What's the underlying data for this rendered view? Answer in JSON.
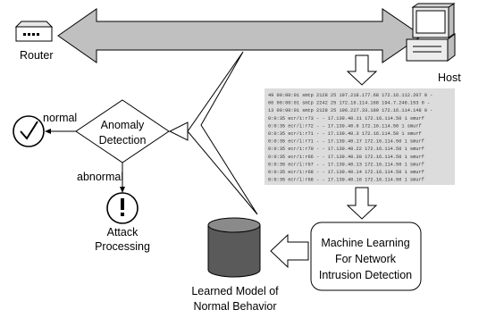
{
  "nodes": {
    "router": "Router",
    "host": "Host",
    "normal": "normal",
    "abnormal": "abnormal",
    "anomaly_detection": [
      "Anomaly",
      "Detection"
    ],
    "attack_processing": [
      "Attack",
      "Processing"
    ],
    "machine_learning": [
      "Machine Learning",
      "For Network",
      "Intrusion Detection"
    ],
    "learned_model": [
      "Learned Model of",
      "Normal Behavior"
    ]
  },
  "icons": {
    "router": "router-icon",
    "host": "desktop-computer-icon",
    "normal": "checkmark-circle-icon",
    "abnormal": "exclamation-circle-icon",
    "model": "database-cylinder-icon"
  },
  "log_lines": [
    "49 00:00:01 smtp 2128 25 197.218.177.68 172.16.112.207 0 -",
    "06 00:00:01 smtp 2242 25 172.16.114.168 194.7.248.153 0 -",
    "13 00:00:01 smtp 2128 25 196.227.33.189 172.16.114.148 0 -",
    "  0:0:35 ecr/i:r73 - - 17.139.40.11 172.16.114.50 1 smurf",
    "  0:0:35 ecr/i:r72 - - 17.139.40.6  172.16.114.50 1 smurf",
    "  0:0:35 ecr/i:r71 - - 17.139.40.3  172.16.114.50 1 smurf",
    "  0:0:35 ecr/i:r71 - - 17.139.40.17 172.16.114.50 1 smurf",
    "  0:0:35 ecr/i:r70 - - 17.139.40.22 172.16.114.50 1 smurf",
    "  0:0:35 ecr/i:r66 - - 17.139.40.30 172.16.114.50 1 smurf",
    "  0:0:35 ecr/i:r67 - - 17.139.40.13 172.16.114.50 1 smurf",
    "  0:0:35 ecr/i:r68 - - 17.139.40.14 172.16.114.50 1 smurf",
    "  0:0:35 ecr/i:r68 - - 17.139.40.16 172.16.114.50 1 smurf"
  ],
  "colors": {
    "arrow_fill": "#c0c0c0",
    "log_panel": "#dcdcdc",
    "stroke": "#000000"
  }
}
